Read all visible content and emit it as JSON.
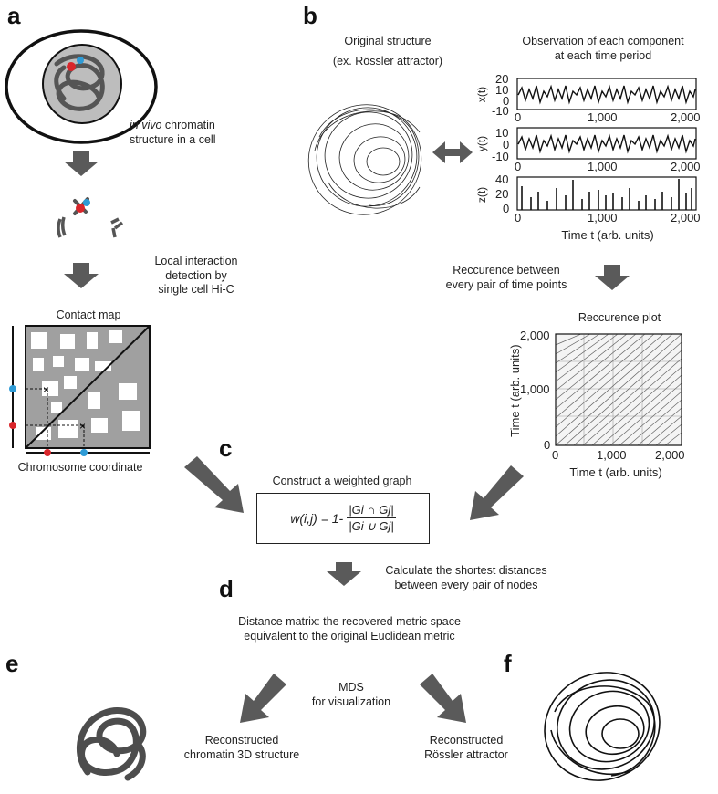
{
  "panels": {
    "a": "a",
    "b": "b",
    "c": "c",
    "d": "d",
    "e": "e",
    "f": "f"
  },
  "panel_a": {
    "cell_caption_italic": "in vivo",
    "cell_caption_rest": " chromatin",
    "cell_caption_line2": "structure in a cell",
    "hic_line1": "Local interaction",
    "hic_line2": "detection by",
    "hic_line3": "single cell Hi-C",
    "contact_map_title": "Contact map",
    "chromosome_coordinate": "Chromosome coordinate"
  },
  "panel_b": {
    "original_line1": "Original structure",
    "original_line2": "(ex. Rössler attractor)",
    "observation_line1": "Observation of each component",
    "observation_line2": "at each time period",
    "xt_label": "x(t)",
    "yt_label": "y(t)",
    "zt_label": "z(t)",
    "x_ticks": [
      "0",
      "1,000",
      "2,000"
    ],
    "xt_yticks": [
      "20",
      "10",
      "0",
      "-10"
    ],
    "yt_yticks": [
      "10",
      "0",
      "-10"
    ],
    "zt_yticks": [
      "40",
      "20",
      "0"
    ],
    "time_label": "Time t (arb. units)",
    "recurrence_line1": "Reccurence between",
    "recurrence_line2": "every pair of time points",
    "recurrence_plot_title": "Reccurence plot",
    "rp_ticks": [
      "0",
      "1,000",
      "2,000"
    ],
    "rp_ylabel": "Time t (arb. units)",
    "rp_xlabel": "Time t (arb. units)"
  },
  "panel_c": {
    "title": "Construct a weighted graph",
    "formula_lhs": "w(i,j) = 1-",
    "formula_num": "|Gi ∩ Gj|",
    "formula_den": "|Gi ∪ Gj|",
    "shortest_line1": "Calculate the shortest distances",
    "shortest_line2": "between every pair of nodes"
  },
  "panel_d": {
    "line1": "Distance matrix: the recovered metric space",
    "line2": "equivalent to the original Euclidean metric"
  },
  "panel_ef": {
    "mds_line1": "MDS",
    "mds_line2": "for visualization",
    "chromatin_line1": "Reconstructed",
    "chromatin_line2": "chromatin 3D structure",
    "rossler_line1": "Reconstructed",
    "rossler_line2": "Rössler attractor"
  },
  "colors": {
    "arrow": "#5a5a5a",
    "red_locus": "#d9262b",
    "blue_locus": "#2e9bd6",
    "gray_map": "#9e9e9e"
  }
}
